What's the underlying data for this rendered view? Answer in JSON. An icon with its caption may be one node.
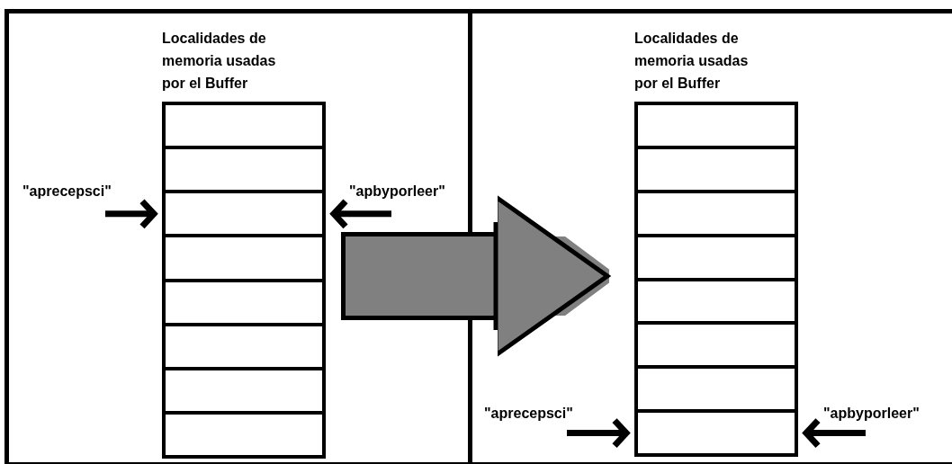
{
  "diagram": {
    "nodes": [
      {
        "text": [],
        "shape": "box"
      },
      {
        "text": [
          "Localidades de memoria usadas por el Buffer"
        ],
        "in": 0
      },
      {
        "text": [],
        "shape": "box",
        "in": 1
      },
      {
        "text": [],
        "shape": "box",
        "in": 1
      },
      {
        "text": [],
        "shape": "box",
        "in": 1
      },
      {
        "text": [],
        "shape": "box",
        "in": 1
      },
      {
        "text": [],
        "shape": "box",
        "in": 1
      },
      {
        "text": [],
        "shape": "box",
        "in": 1
      },
      {
        "text": [],
        "shape": "box",
        "in": 1
      },
      {
        "text": [],
        "shape": "box",
        "in": 1
      },
      {
        "text": [
          "\"aprecepsci\""
        ],
        "in": 0
      },
      {
        "text": [
          "\"apbyporleer\""
        ],
        "in": 0
      },
      {
        "text": [],
        "shape": "box"
      },
      {
        "text": [
          "Localidades de memoria usadas por el Buffer"
        ],
        "in": 12
      },
      {
        "text": [],
        "shape": "box",
        "in": 13
      },
      {
        "text": [],
        "shape": "box",
        "in": 13
      },
      {
        "text": [],
        "shape": "box",
        "in": 13
      },
      {
        "text": [],
        "shape": "box",
        "in": 13
      },
      {
        "text": [],
        "shape": "box",
        "in": 13
      },
      {
        "text": [],
        "shape": "box",
        "in": 13
      },
      {
        "text": [],
        "shape": "box",
        "in": 13
      },
      {
        "text": [],
        "shape": "box",
        "in": 13
      },
      {
        "text": [
          "\"aprecepsci\""
        ],
        "in": 12
      },
      {
        "text": [
          "\"apbyporleer\""
        ],
        "in": 12
      }
    ],
    "edges": [
      {
        "from": 10,
        "to": 4,
        "arrow": "to"
      },
      {
        "from": 11,
        "to": 4,
        "arrow": "to"
      },
      {
        "from": 1,
        "to": 13,
        "arrow": "to",
        "style": "thick",
        "color": "#808080"
      },
      {
        "from": 22,
        "to": 21,
        "arrow": "to"
      },
      {
        "from": 23,
        "to": 21,
        "arrow": "to"
      }
    ]
  }
}
